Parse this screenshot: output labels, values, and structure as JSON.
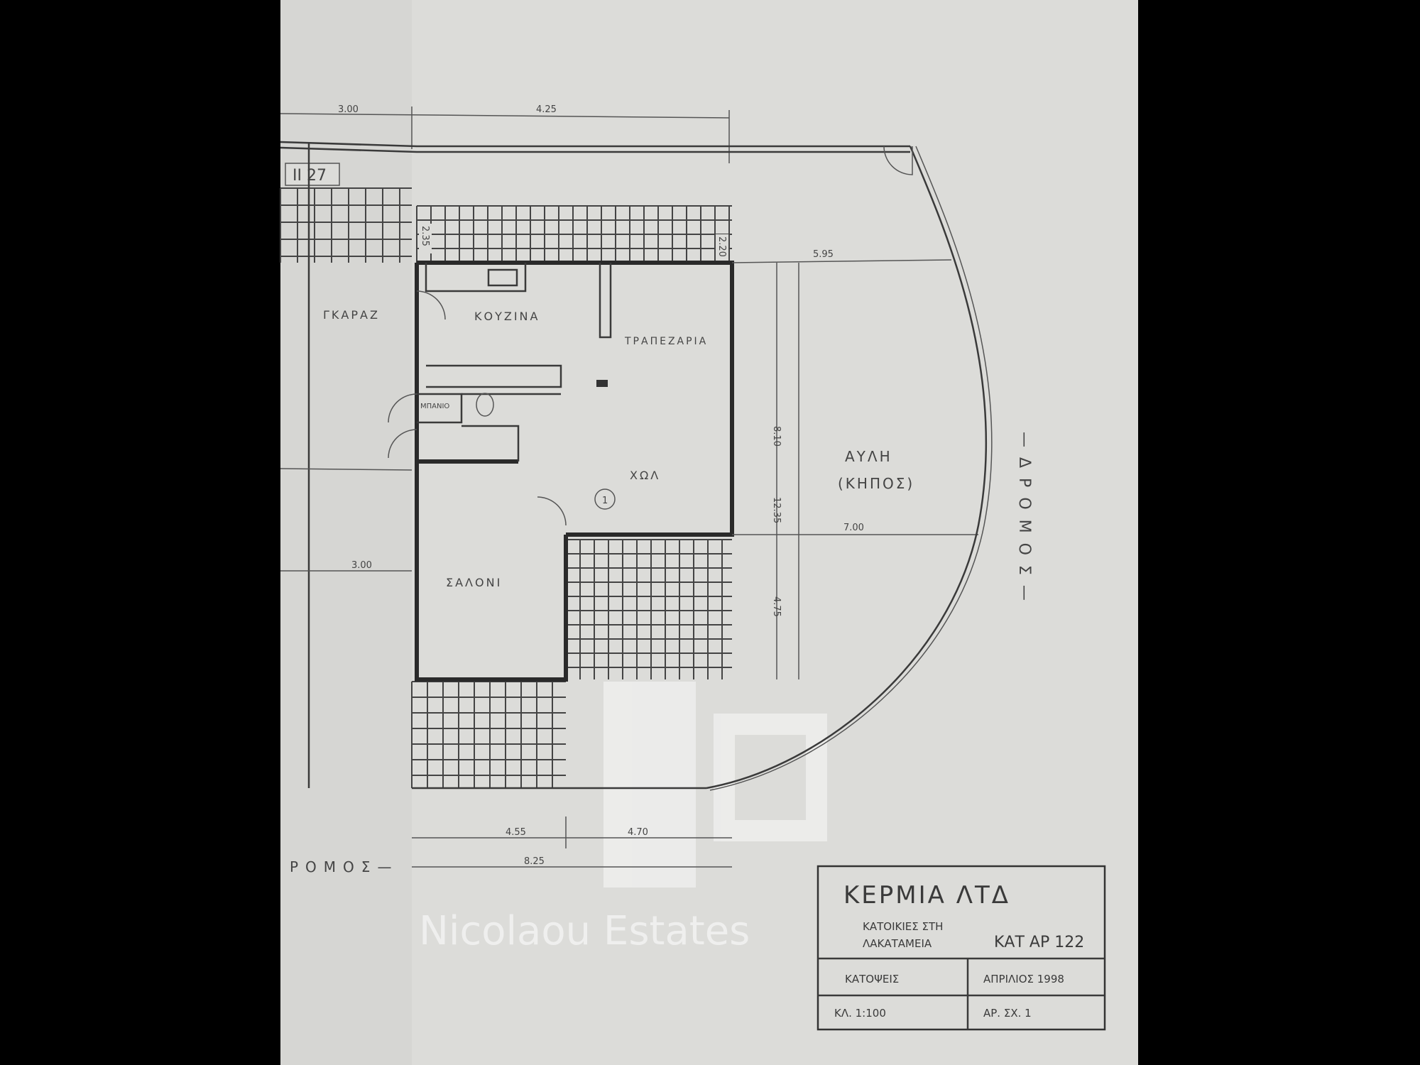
{
  "plan": {
    "labels": {
      "garage": "ΓΚΑΡΑΖ",
      "kitchen": "ΚΟΥΖΙΝΑ",
      "dining": "ΤΡΑΠΕΖΑΡΙΑ",
      "bathroom": "ΜΠΑΝΙΟ",
      "hall": "ΧΩΛ",
      "living": "ΣΑΛΟΝΙ",
      "yard": "ΑΥΛΗ",
      "yard_sub": "(ΚΗΠΟΣ)",
      "road_right": "—ΔΡΟΜΟΣ—",
      "road_bottom": "ΡΟΜΟΣ—",
      "plot_ref": "II 27",
      "entrance_marker": "1"
    },
    "dimensions": {
      "top_left": "3.00",
      "top_main": "4.25",
      "terrace_left": "2.35",
      "terrace_right": "2.20",
      "garden_top": "5.95",
      "vertical_upper": "8.10",
      "vertical_total": "12.35",
      "vertical_lower": "4.75",
      "garden_width": "7.00",
      "garage_width": "3.00",
      "bottom_left": "4.55",
      "bottom_right": "4.70",
      "bottom_total": "8.25"
    }
  },
  "title_block": {
    "company": "ΚΕΡΜΙΑ ΛΤΔ",
    "project_line1": "ΚΑΤΟΙΚΙΕΣ ΣΤΗ",
    "project_line2": "ΛΑΚΑΤΑΜΕΙΑ",
    "plot_number": "ΚΑΤ ΑΡ 122",
    "drawing": "ΚΑΤΟΨΕΙΣ",
    "date": "ΑΠΡΙΛΙΟΣ 1998",
    "scale": "ΚΛ. 1:100",
    "sheet": "ΑΡ. ΣΧ. 1"
  },
  "watermark": "Nicolaou Estates"
}
